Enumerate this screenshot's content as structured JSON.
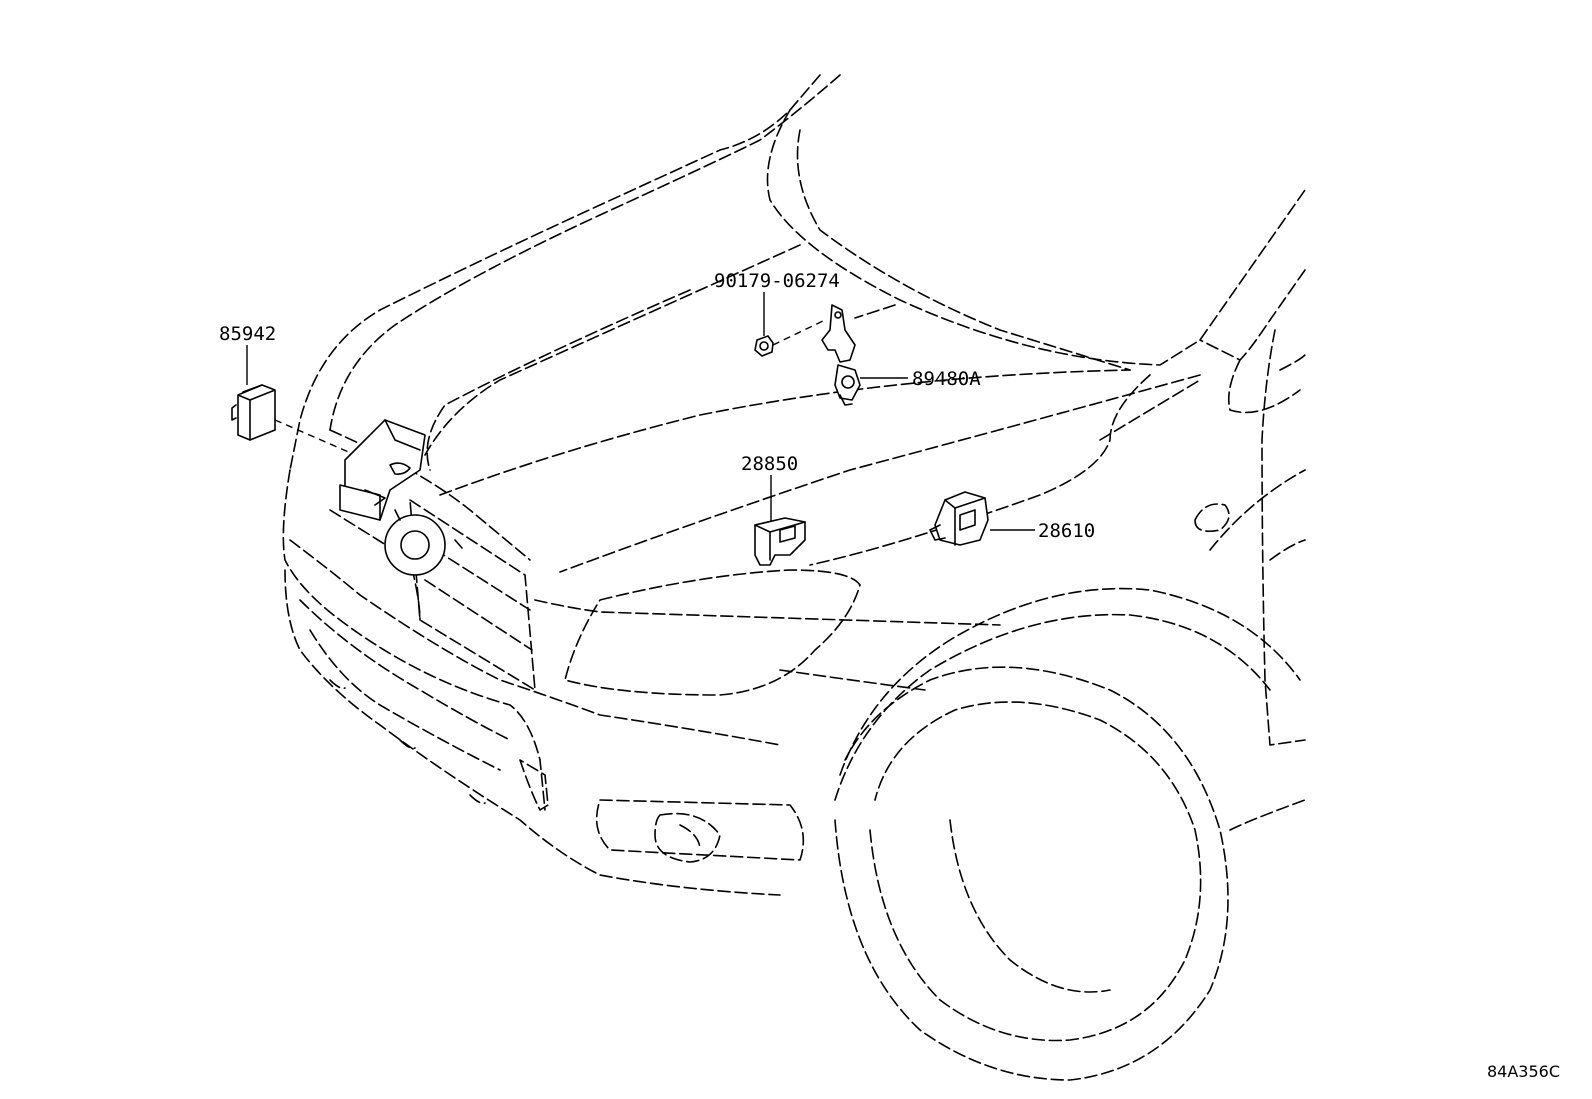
{
  "part_labels": {
    "p85942": "85942",
    "p90179": "90179-06274",
    "p89480A": "89480A",
    "p28850": "28850",
    "p28610": "28610"
  },
  "reference_code": "84A356C"
}
